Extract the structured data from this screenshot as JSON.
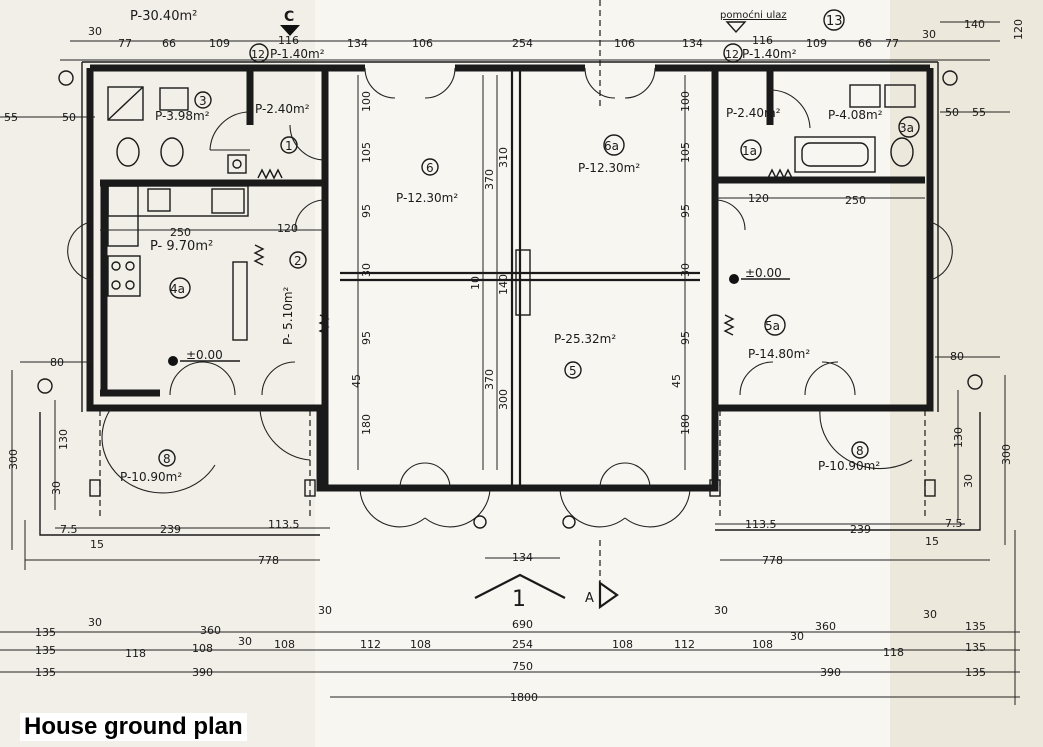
{
  "caption": "House ground plan",
  "section_marker": "C",
  "section_label": "A",
  "view_marker": "1",
  "storage_label": "pomoćni ulaz",
  "rooms": [
    {
      "id": "3",
      "area": "P-3.98m²"
    },
    {
      "id": "3a",
      "area": "P-4.08m²"
    },
    {
      "id": "1",
      "area": "P-2.40m²"
    },
    {
      "id": "1a",
      "area": "P-2.40m²"
    },
    {
      "id": "2",
      "area": "P- 5.10m²"
    },
    {
      "id": "4a",
      "area": "P- 9.70m²"
    },
    {
      "id": "6",
      "area": "P-12.30m²"
    },
    {
      "id": "6a",
      "area": "P-12.30m²"
    },
    {
      "id": "5",
      "area": "P-25.32m²"
    },
    {
      "id": "5a",
      "area": "P-14.80m²"
    },
    {
      "id": "8",
      "area": "P-10.90m²"
    },
    {
      "id": "8b",
      "area": "P-10.90m²"
    },
    {
      "id": "12",
      "area": "P-1.40m²"
    },
    {
      "id": "12b",
      "area": "P-1.40m²"
    },
    {
      "id": "13",
      "area": ""
    },
    {
      "id": "top",
      "area": "P-30.40m²"
    }
  ],
  "levels": [
    "±0.00",
    "±0.00"
  ],
  "dimensions": {
    "top": [
      "30",
      "77",
      "66",
      "109",
      "116",
      "134",
      "106",
      "254",
      "106",
      "134",
      "116",
      "109",
      "66",
      "77",
      "30",
      "140",
      "120"
    ],
    "side_left": [
      "55",
      "50"
    ],
    "side_right": [
      "50",
      "55"
    ],
    "inner": [
      "100",
      "105",
      "95",
      "30",
      "310",
      "370",
      "300",
      "10",
      "140",
      "45",
      "180",
      "250",
      "120",
      "250",
      "120"
    ],
    "bottom_row1": [
      "7.5",
      "239",
      "113.5",
      "15",
      "134",
      "778",
      "778",
      "113.5",
      "239",
      "15",
      "7.5"
    ],
    "bottom_row2": [
      "135",
      "30",
      "360",
      "30",
      "690",
      "30",
      "360",
      "30",
      "135"
    ],
    "bottom_row3": [
      "135",
      "118",
      "108",
      "30",
      "108",
      "112",
      "108",
      "254",
      "108",
      "112",
      "30",
      "108",
      "118",
      "135"
    ],
    "bottom_row4": [
      "135",
      "390",
      "750",
      "390",
      "135"
    ],
    "bottom_total": "1800",
    "side_heights": [
      "80",
      "300",
      "130",
      "30",
      "80",
      "300",
      "130",
      "30"
    ]
  }
}
